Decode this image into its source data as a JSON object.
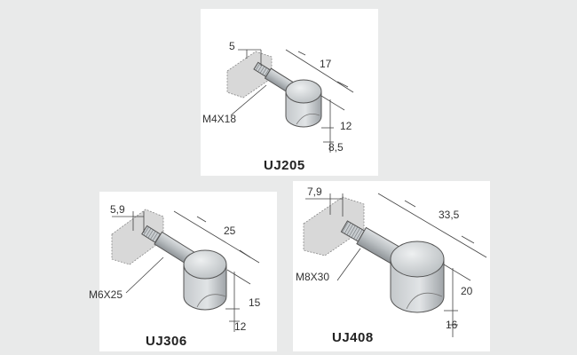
{
  "colors": {
    "background": "#e9eaea",
    "panel": "#ffffff",
    "metal_light": "#d7dbdd",
    "metal_mid": "#b4b9bc",
    "metal_dark": "#8e9397",
    "line": "#444444"
  },
  "connectors": [
    {
      "model": "UJ205",
      "bolt": "M4X18",
      "dims": {
        "offset": "5",
        "length": "17",
        "head_diameter": "12",
        "head_depth": "8,5"
      }
    },
    {
      "model": "UJ306",
      "bolt": "M6X25",
      "dims": {
        "offset": "5,9",
        "length": "25",
        "head_diameter": "15",
        "head_depth": "12"
      }
    },
    {
      "model": "UJ408",
      "bolt": "M8X30",
      "dims": {
        "offset": "7,9",
        "length": "33,5",
        "head_diameter": "20",
        "head_depth": "16"
      }
    }
  ]
}
